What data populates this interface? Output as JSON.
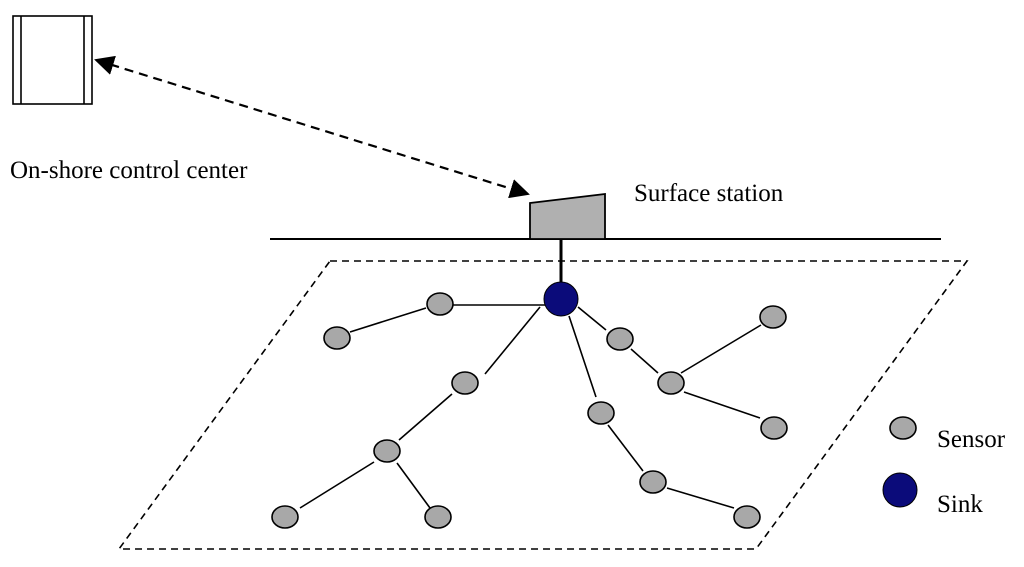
{
  "labels": {
    "control_center": "On-shore control center",
    "surface_station": "Surface station",
    "legend_sensor": "Sensor",
    "legend_sink": "Sink"
  },
  "colors": {
    "sensor_fill": "#a8a8a8",
    "sink_fill": "#0b0b7a",
    "surface_station_fill": "#b0b0b0",
    "line": "#000000"
  },
  "icons": {
    "control_center": "building-icon",
    "surface_station": "buoy-station-icon"
  }
}
